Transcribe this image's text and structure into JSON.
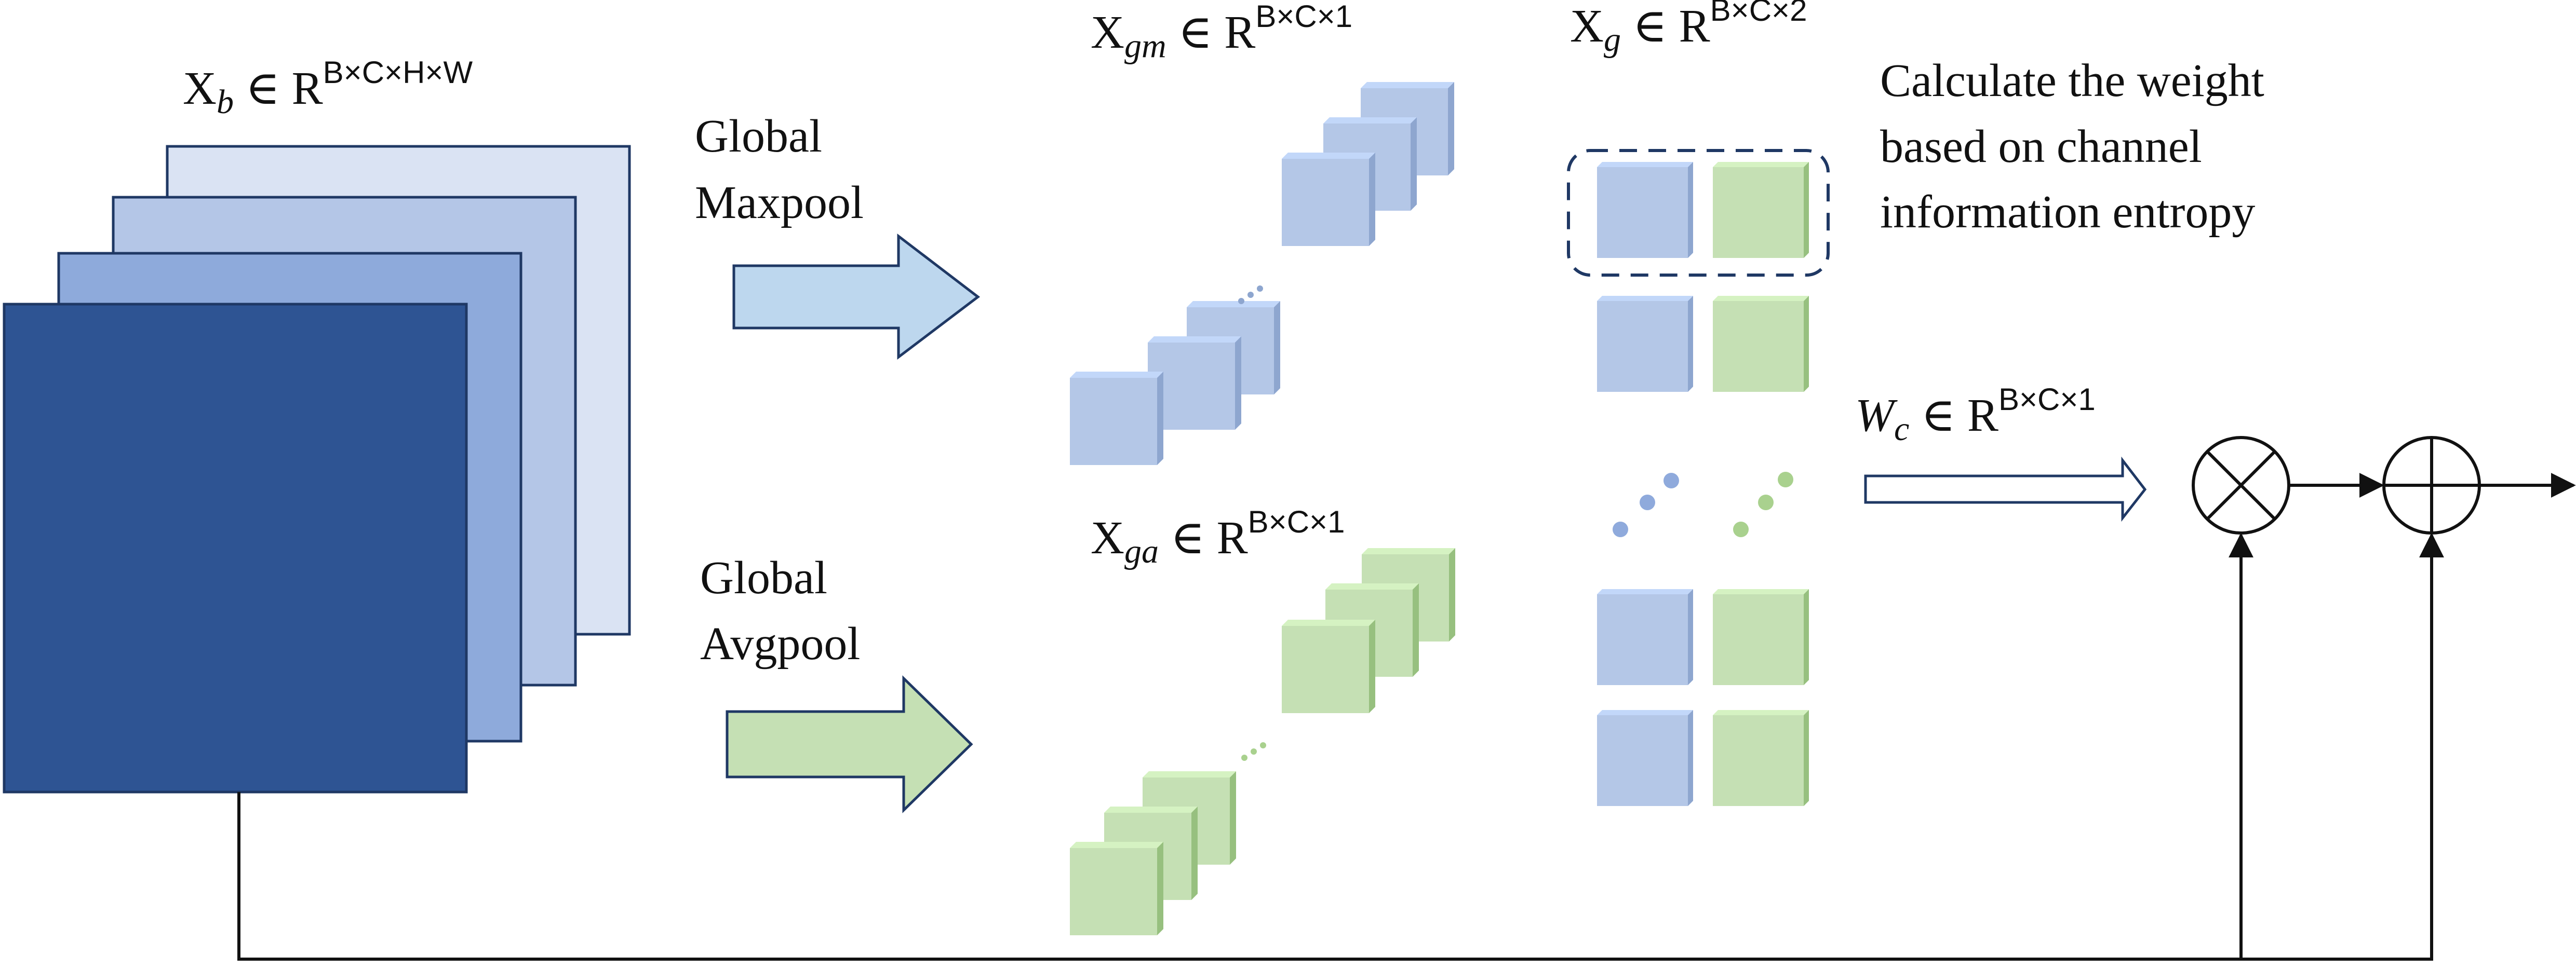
{
  "title": "",
  "labels": {
    "xb": {
      "base": "X",
      "sub": "b",
      "mid": " ∈ R",
      "sup": "B×C×H×W"
    },
    "xgm": {
      "base": "X",
      "sub": "gm",
      "mid": " ∈ R",
      "sup": "B×C×1"
    },
    "xga": {
      "base": "X",
      "sub": "ga",
      "mid": " ∈ R",
      "sup": "B×C×1"
    },
    "xg": {
      "base": "X",
      "sub": "g",
      "mid": " ∈ R",
      "sup": "B×C×2"
    },
    "wc": {
      "base": "W",
      "sub": "c",
      "mid": " ∈ R",
      "sup": "B×C×1"
    }
  },
  "maxpool_label": [
    "Global",
    "Maxpool"
  ],
  "avgpool_label": [
    "Global",
    "Avgpool"
  ],
  "entropy_note": [
    "Calculate the weight",
    "based on channel",
    "information entropy"
  ],
  "operators": {
    "multiply": "⊗",
    "add": "⊕"
  },
  "colors": {
    "fm_dark": "#2e5493",
    "fm_mid": "#8eaadb",
    "fm_light": "#b4c6e7",
    "fm_lightest": "#dae3f3",
    "blue_cube": "#b4c7e7",
    "blue_cube_side": "#8ea6cf",
    "green_cube": "#c5e0b4",
    "green_cube_side": "#97c07f",
    "arrow_blue": "#bdd7ee",
    "arrow_green": "#c5e0b4",
    "stroke": "#1f3864",
    "line": "#111111"
  }
}
